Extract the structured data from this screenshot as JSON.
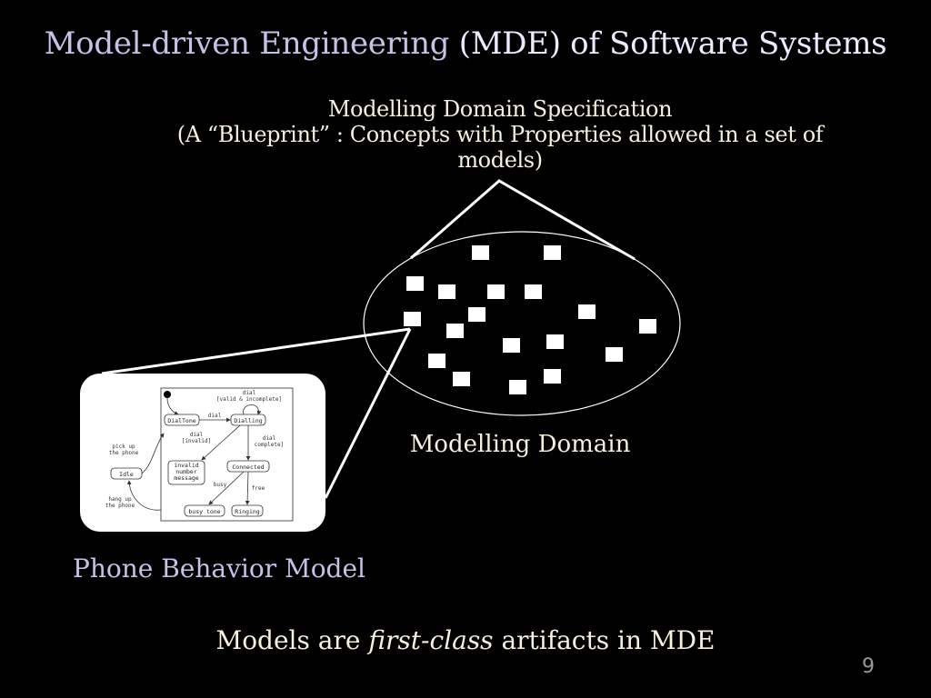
{
  "slide": {
    "title_part1": "Model-driven Engineering",
    "title_part2": "(MDE) of Software Systems",
    "spec_line1": "Modelling Domain Specification",
    "spec_line2": "(A “Blueprint” : Concepts with Properties allowed in a set of",
    "spec_line3": "models)",
    "domain_label": "Modelling Domain",
    "phone_label": "Phone Behavior Model",
    "footer_pre": "Models are",
    "footer_em": "first-class",
    "footer_post": "artifacts in MDE",
    "page_number": "9",
    "colors": {
      "background": "#000000",
      "title_accent": "#c9c0e8",
      "text": "#f6f0dc"
    }
  },
  "state_machine": {
    "states": [
      "DialTone",
      "Dialling",
      "Idle",
      "invalid",
      "number",
      "message",
      "Connected",
      "busy tone",
      "Ringing"
    ],
    "transitions": [
      "dial",
      "[valid & incomplete]",
      "dial",
      "dial",
      "[invalid]",
      "dial",
      "complete]",
      "pick up",
      "the phone",
      "hang up",
      "the phone",
      "busy",
      "free"
    ]
  }
}
